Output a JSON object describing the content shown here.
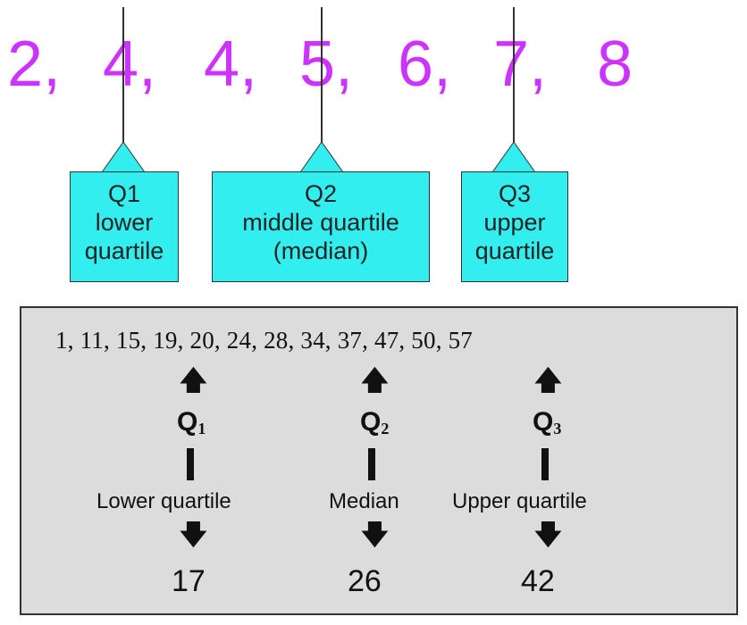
{
  "top_numbers": [
    "2,",
    "4,",
    "4,",
    "5,",
    "6,",
    "7,",
    "8"
  ],
  "callouts": {
    "q1": [
      "Q1",
      "lower",
      "quartile"
    ],
    "q2": [
      "Q2",
      "middle quartile",
      "(median)"
    ],
    "q3": [
      "Q3",
      "upper",
      "quartile"
    ]
  },
  "panel": {
    "data_list": "1,  11,  15,  19,  20,  24,  28,  34,  37,  47,  50,  57",
    "quartiles": [
      {
        "symbol": "Q",
        "sub": "1",
        "label": "Lower quartile",
        "value": "17"
      },
      {
        "symbol": "Q",
        "sub": "2",
        "label": "Median",
        "value": "26"
      },
      {
        "symbol": "Q",
        "sub": "3",
        "label": "Upper quartile",
        "value": "42"
      }
    ]
  },
  "colors": {
    "top_numbers": "#cc33ff",
    "callout_fill": "#33eeee",
    "panel_fill": "#dcdcdc"
  }
}
